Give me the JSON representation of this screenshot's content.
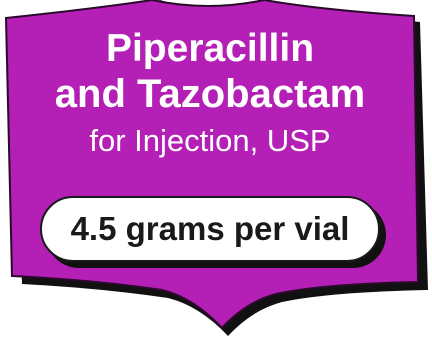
{
  "label": {
    "drug_name_line_1": "Piperacillin",
    "drug_name_line_2": "and Tazobactam",
    "dosage_form": "for Injection, USP",
    "strength": "4.5 grams per vial"
  },
  "colors": {
    "badge_fill": "#b41fb5",
    "badge_shadow": "#111111",
    "pill_fill": "#ffffff",
    "text_on_badge": "#ffffff",
    "text_on_pill": "#1a1a1a"
  }
}
